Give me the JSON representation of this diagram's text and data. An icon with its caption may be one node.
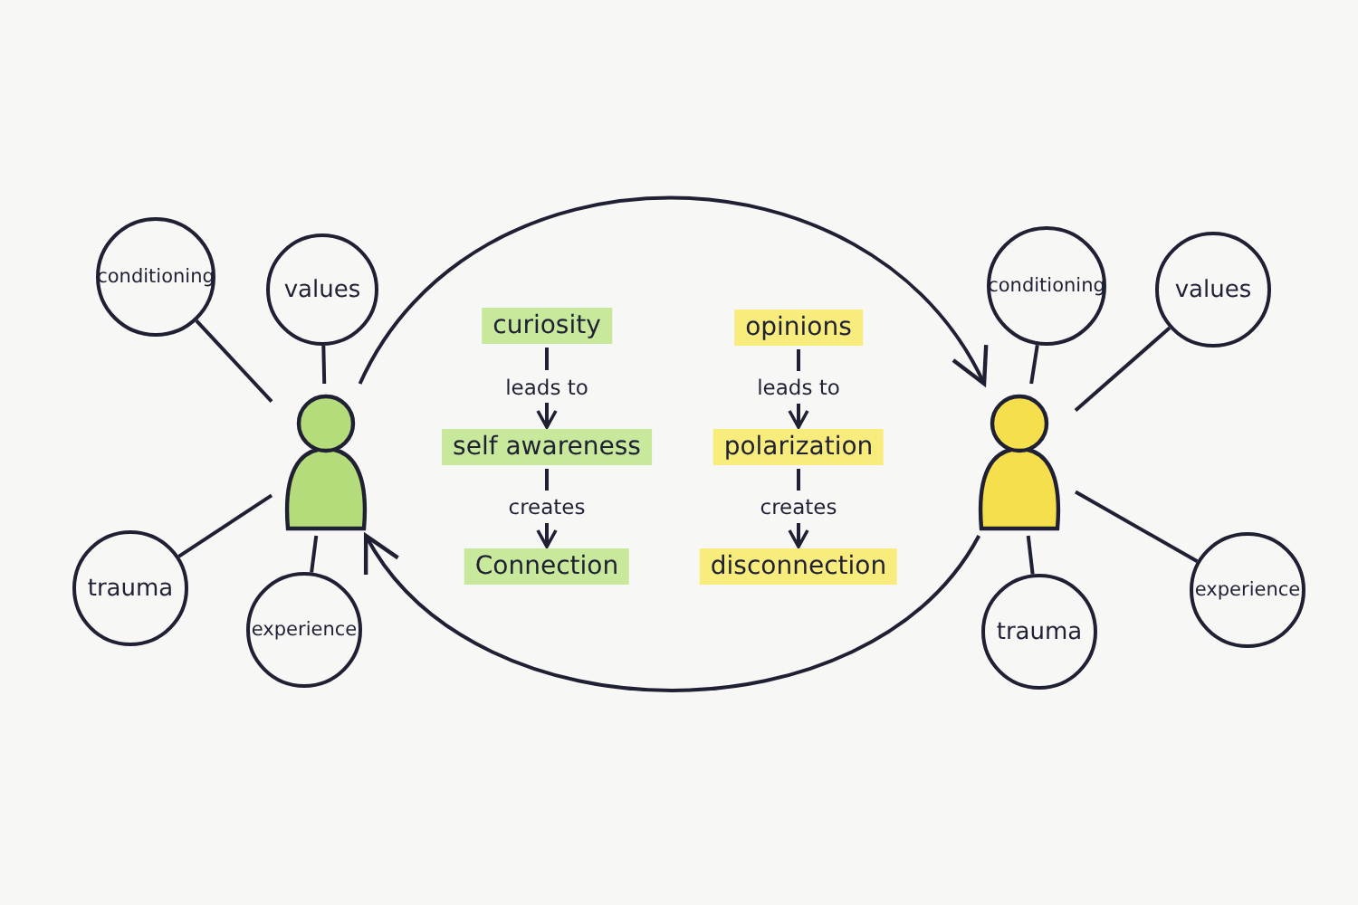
{
  "diagram": {
    "nodes": [
      {
        "text": [],
        "shape": "person"
      },
      {
        "text": [
          "conditioning"
        ]
      },
      {
        "text": [
          "values"
        ]
      },
      {
        "text": [
          "trauma"
        ]
      },
      {
        "text": [
          "experience"
        ]
      },
      {
        "text": [
          "curiosity"
        ]
      },
      {
        "text": [
          "self awareness"
        ]
      },
      {
        "text": [
          "Connection"
        ]
      },
      {
        "text": [
          "opinions"
        ]
      },
      {
        "text": [
          "polarization"
        ]
      },
      {
        "text": [
          "disconnection"
        ]
      },
      {
        "text": [],
        "shape": "person"
      },
      {
        "text": [
          "conditioning"
        ]
      },
      {
        "text": [
          "values"
        ]
      },
      {
        "text": [
          "experience"
        ]
      },
      {
        "text": [
          "trauma"
        ]
      }
    ],
    "edges": [
      {
        "from": 0,
        "to": 11,
        "arrow": "to"
      },
      {
        "from": 11,
        "to": 0,
        "arrow": "to"
      },
      {
        "from": 0,
        "to": 1,
        "arrow": "none"
      },
      {
        "from": 0,
        "to": 2,
        "arrow": "none"
      },
      {
        "from": 0,
        "to": 3,
        "arrow": "none"
      },
      {
        "from": 0,
        "to": 4,
        "arrow": "none"
      },
      {
        "from": 11,
        "to": 12,
        "arrow": "none"
      },
      {
        "from": 11,
        "to": 13,
        "arrow": "none"
      },
      {
        "from": 11,
        "to": 14,
        "arrow": "none"
      },
      {
        "from": 11,
        "to": 15,
        "arrow": "none"
      },
      {
        "from": 5,
        "to": 6,
        "arrow": "to",
        "label": "leads to"
      },
      {
        "from": 6,
        "to": 7,
        "arrow": "to",
        "label": "creates"
      },
      {
        "from": 8,
        "to": 9,
        "arrow": "to",
        "label": "leads to"
      },
      {
        "from": 9,
        "to": 10,
        "arrow": "to",
        "label": "creates"
      }
    ]
  }
}
